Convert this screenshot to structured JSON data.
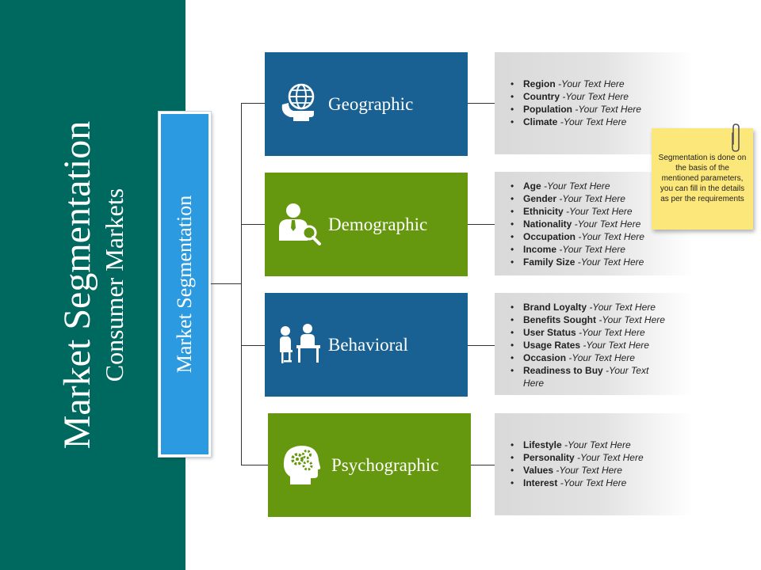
{
  "slide": {
    "title": "Market Segmentation",
    "subtitle": "Consumer Markets",
    "center_label": "Market Segmentation"
  },
  "segments": [
    {
      "label": "Geographic",
      "icon": "globe-hand-icon",
      "color": "#1a6193",
      "items": [
        {
          "term": "Region",
          "text": " -Your Text Here"
        },
        {
          "term": "Country",
          "text": " -Your Text Here"
        },
        {
          "term": "Population",
          "text": " -Your Text Here"
        },
        {
          "term": "Climate",
          "text": " -Your Text Here"
        }
      ]
    },
    {
      "label": "Demographic",
      "icon": "person-search-icon",
      "color": "#66980f",
      "items": [
        {
          "term": "Age",
          "text": " -Your Text Here"
        },
        {
          "term": "Gender",
          "text": " -Your Text Here"
        },
        {
          "term": "Ethnicity",
          "text": " -Your Text Here"
        },
        {
          "term": "Nationality",
          "text": " -Your Text Here"
        },
        {
          "term": "Occupation",
          "text": " -Your Text Here"
        },
        {
          "term": "Income",
          "text": " -Your Text Here"
        },
        {
          "term": "Family Size",
          "text": " -Your Text Here"
        }
      ]
    },
    {
      "label": "Behavioral",
      "icon": "meeting-desk-icon",
      "color": "#1a6193",
      "items": [
        {
          "term": "Brand Loyalty",
          "text": " -Your Text Here"
        },
        {
          "term": "Benefits Sought",
          "text": " -Your Text Here"
        },
        {
          "term": "User Status",
          "text": " -Your Text Here"
        },
        {
          "term": "Usage Rates",
          "text": " -Your Text Here"
        },
        {
          "term": "Occasion",
          "text": " -Your Text Here"
        },
        {
          "term": "Readiness to Buy",
          "text": " -Your Text Here"
        }
      ]
    },
    {
      "label": "Psychographic",
      "icon": "head-gears-icon",
      "color": "#66980f",
      "items": [
        {
          "term": "Lifestyle",
          "text": " -Your Text Here"
        },
        {
          "term": "Personality",
          "text": " -Your Text Here"
        },
        {
          "term": "Values",
          "text": " -Your Text Here"
        },
        {
          "term": "Interest",
          "text": " -Your Text Here"
        }
      ]
    }
  ],
  "note": {
    "text": "Segmentation is done on the basis of the mentioned parameters, you can fill in the details as per the requirements"
  }
}
